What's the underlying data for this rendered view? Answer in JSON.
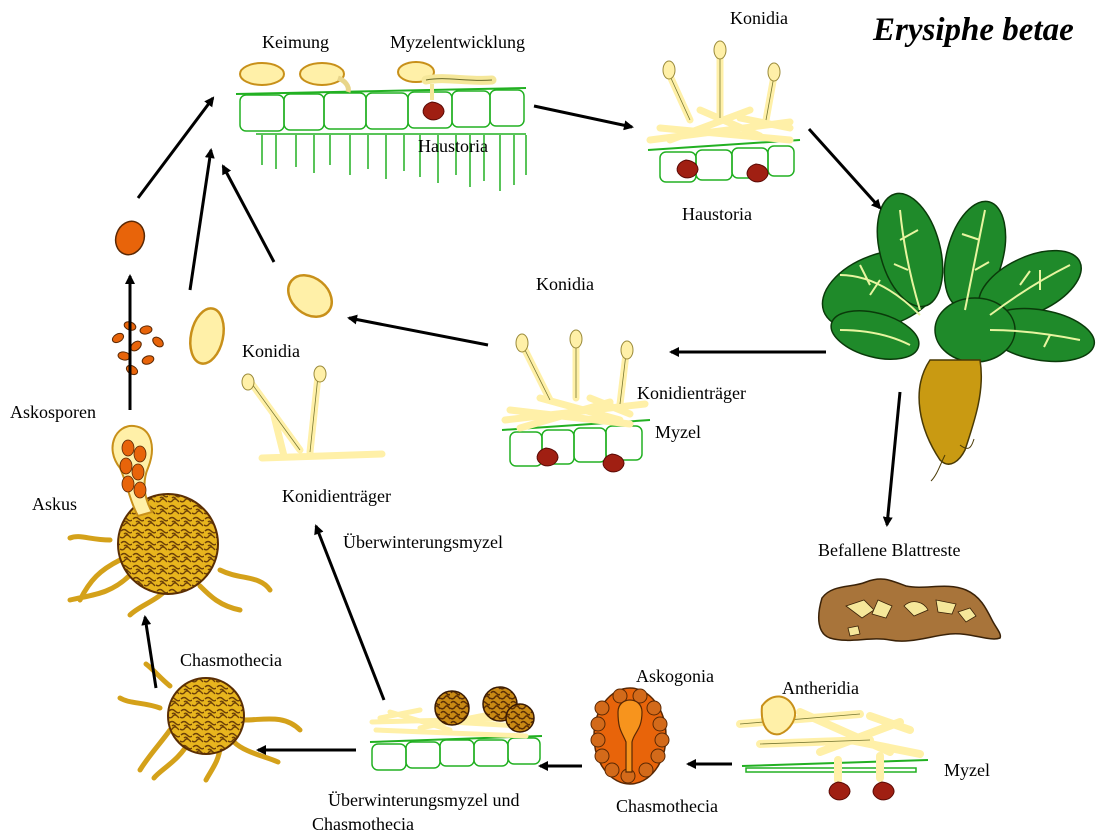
{
  "title": "Erysiphe betae",
  "labels": {
    "keimung": "Keimung",
    "myzelentwicklung": "Myzelentwicklung",
    "haustoria_top": "Haustoria",
    "konidia_top": "Konidia",
    "haustoria_right": "Haustoria",
    "konidia_mid": "Konidia",
    "konidia_left": "Konidia",
    "konidientraeger_mid": "Konidienträger",
    "myzel_mid": "Myzel",
    "askosporen": "Askosporen",
    "askus": "Askus",
    "konidientraeger_left": "Konidienträger",
    "ueberwinterungsmyzel": "Überwinterungsmyzel",
    "befallene_blattreste": "Befallene Blattreste",
    "chasmothecia_left": "Chasmothecia",
    "askogonia": "Askogonia",
    "antheridia": "Antheridia",
    "myzel_bottom": "Myzel",
    "ueberwinterungsmyzel_und_1": "Überwinterungsmyzel und",
    "ueberwinterungsmyzel_und_2": "Chasmothecia",
    "chasmothecia_bottom": "Chasmothecia"
  },
  "colors": {
    "spore": "#fff0a8",
    "spore_edge": "#c8901a",
    "leaf": "#1f8a2a",
    "leaf_vein": "#e8f5a0",
    "root": "#c99a12",
    "haustorium": "#a01f12",
    "ascospore": "#e8640a",
    "fruitbody": "#d4a11a",
    "plant_cell": "#22b022",
    "debris": "#a8743a"
  }
}
